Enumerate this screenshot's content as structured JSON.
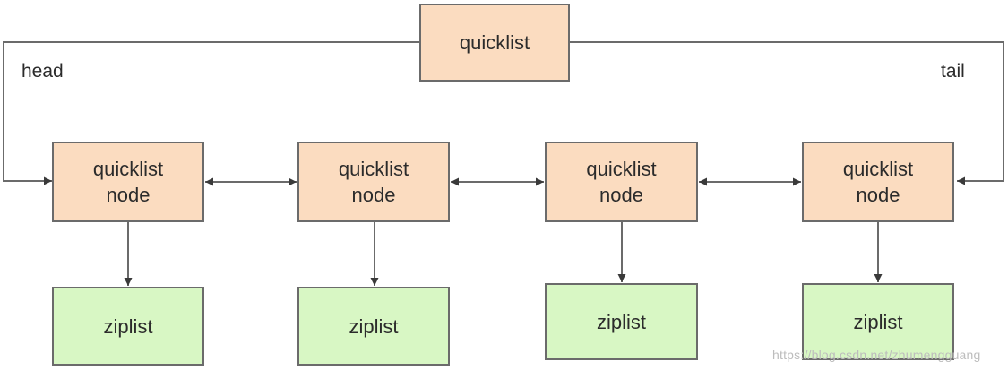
{
  "root": {
    "label": "quicklist"
  },
  "labels": {
    "head": "head",
    "tail": "tail"
  },
  "nodes": [
    {
      "label": "quicklist\nnode"
    },
    {
      "label": "quicklist\nnode"
    },
    {
      "label": "quicklist\nnode"
    },
    {
      "label": "quicklist\nnode"
    }
  ],
  "ziplists": [
    {
      "label": "ziplist"
    },
    {
      "label": "ziplist"
    },
    {
      "label": "ziplist"
    },
    {
      "label": "ziplist"
    }
  ],
  "watermark": "https://blog.csdn.net/zhumengguang",
  "colors": {
    "node_fill": "#fbdcc0",
    "ziplist_fill": "#d8f7c4",
    "stroke": "#6b6b6b"
  }
}
